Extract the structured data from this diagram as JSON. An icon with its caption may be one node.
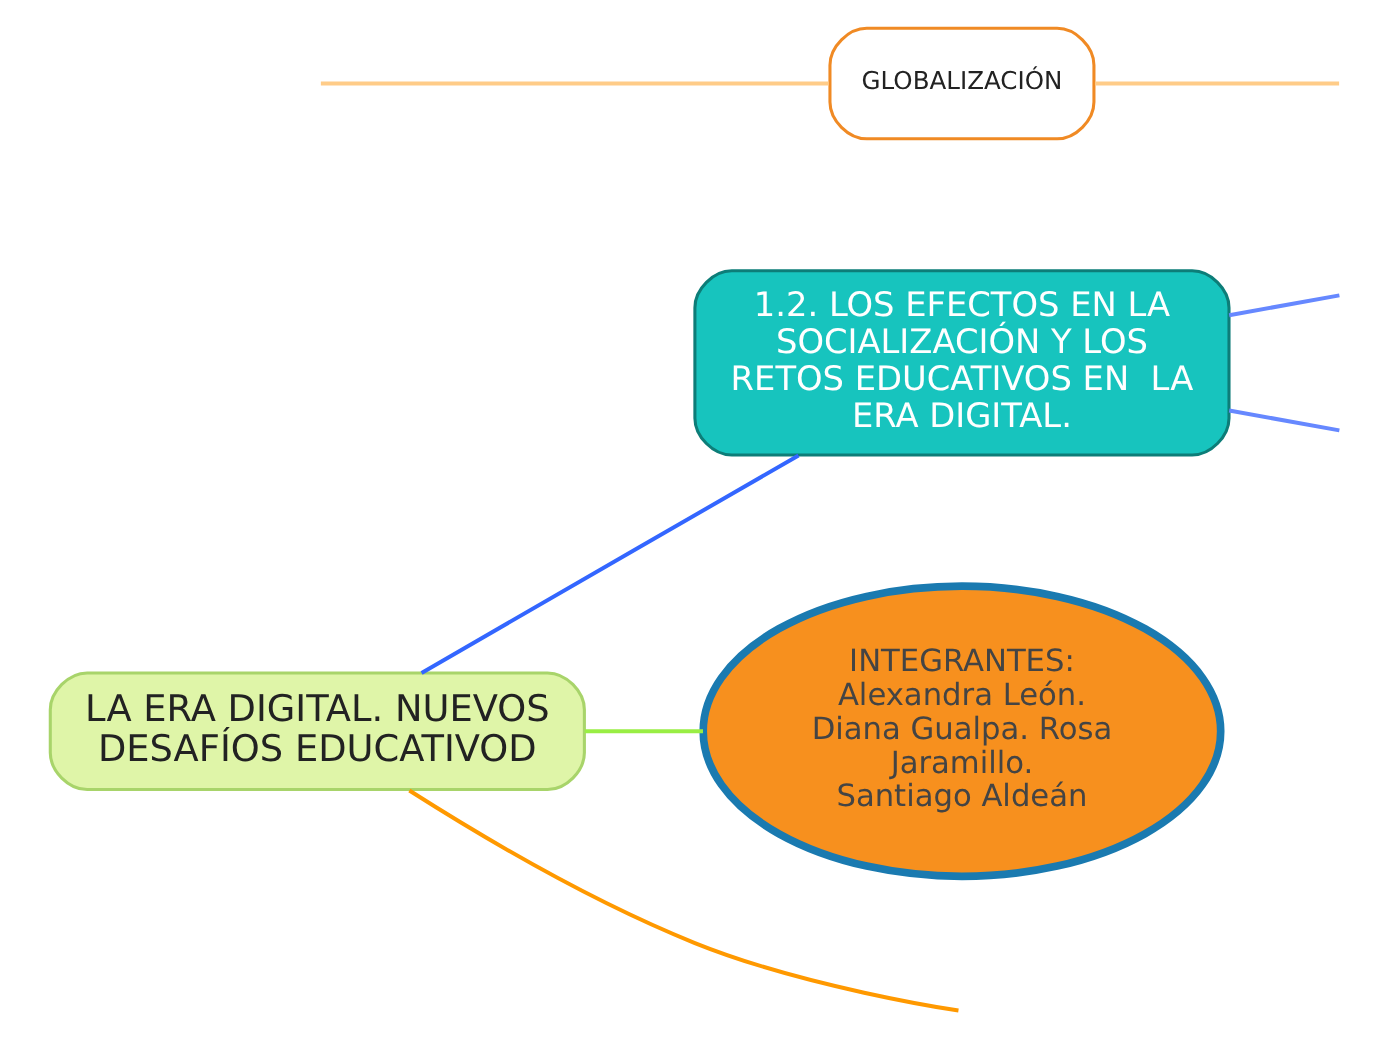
{
  "diagram": {
    "nodes": [
      {
        "text": [
          "LA ERA DIGITAL. NUEVOS DESAFÍOS EDUCATIVOD"
        ]
      },
      {
        "text": [
          "1.2. LOS EFECTOS EN LA SOCIALIZACIÓN Y LOS RETOS EDUCATIVOS EN  LA ERA DIGITAL."
        ]
      },
      {
        "text": [
          "INTEGRANTES: Alexandra León. Diana Gualpa. Rosa Jaramillo. Santiago Aldeán"
        ]
      },
      {
        "text": [
          "GLOBALIZACIÓN"
        ]
      }
    ],
    "edges": [
      {
        "from": 0,
        "to": null,
        "arrow": "none",
        "color": "#ff9900"
      },
      {
        "from": 0,
        "to": 1,
        "arrow": "none",
        "color": "#3366ff"
      },
      {
        "from": 0,
        "to": 2,
        "arrow": "none",
        "color": "#99ee44"
      },
      {
        "from": 1,
        "to": null,
        "arrow": "none",
        "color": "#6688ff"
      },
      {
        "from": 1,
        "to": null,
        "arrow": "none",
        "color": "#6688ff"
      },
      {
        "from": null,
        "to": 3,
        "arrow": "none",
        "color": "#ffcc88"
      },
      {
        "from": 3,
        "to": null,
        "arrow": "none",
        "color": "#ffcc88"
      }
    ]
  }
}
